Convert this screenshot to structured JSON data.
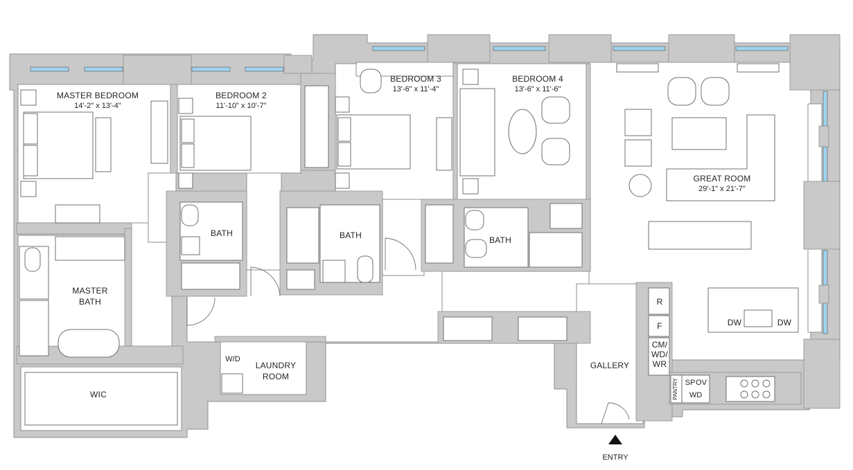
{
  "rooms": {
    "master_bedroom": {
      "name": "MASTER BEDROOM",
      "dims": "14'-2\" x 13'-4\""
    },
    "bedroom_2": {
      "name": "BEDROOM 2",
      "dims": "11'-10\" x 10'-7\""
    },
    "bedroom_3": {
      "name": "BEDROOM 3",
      "dims": "13'-6\" x 11'-4\""
    },
    "bedroom_4": {
      "name": "BEDROOM 4",
      "dims": "13'-6\" x 11'-6\""
    },
    "great_room": {
      "name": "GREAT ROOM",
      "dims": "29'-1\" x 21'-7\""
    },
    "bath_1": {
      "name": "BATH"
    },
    "bath_2": {
      "name": "BATH"
    },
    "bath_3": {
      "name": "BATH"
    },
    "master_bath": {
      "line1": "MASTER",
      "line2": "BATH"
    },
    "wic": {
      "name": "WIC"
    },
    "laundry": {
      "line1": "LAUNDRY",
      "line2": "ROOM",
      "wd": "W/D"
    },
    "gallery": {
      "name": "GALLERY"
    }
  },
  "kitchen": {
    "r": "R",
    "f": "F",
    "cm1": "CM/",
    "cm2": "WD/",
    "cm3": "WR",
    "sp": "SP",
    "ov": "OV",
    "wd": "WD",
    "pantry": "PANTRY",
    "dw_left": "DW",
    "dw_right": "DW"
  },
  "entry": {
    "label": "ENTRY"
  },
  "colors": {
    "wall": "#c9c9c9",
    "window": "#9fd3ee",
    "line": "#6f6f6f"
  }
}
